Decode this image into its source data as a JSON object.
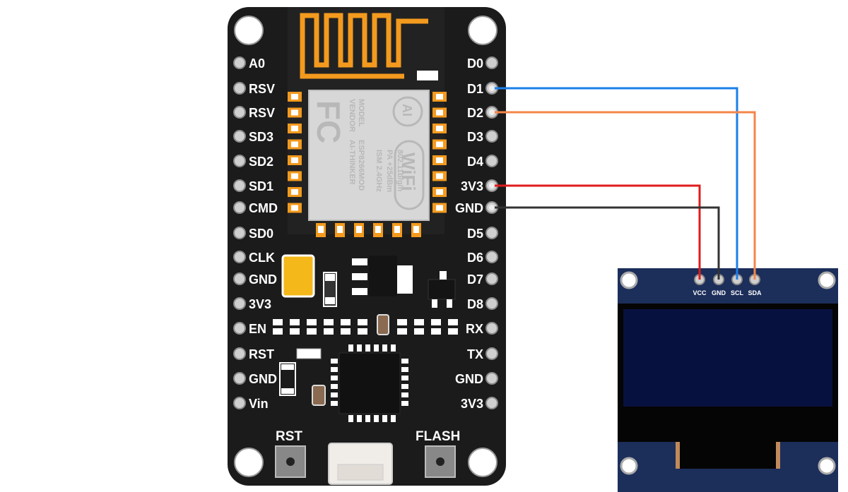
{
  "board": {
    "left_pins": [
      "A0",
      "RSV",
      "RSV",
      "SD3",
      "SD2",
      "SD1",
      "CMD",
      "SD0",
      "CLK",
      "GND",
      "3V3",
      "EN",
      "RST",
      "GND",
      "Vin"
    ],
    "right_pins": [
      "D0",
      "D1",
      "D2",
      "D3",
      "D4",
      "3V3",
      "GND",
      "D5",
      "D6",
      "D7",
      "D8",
      "RX",
      "TX",
      "GND",
      "3V3"
    ],
    "rst_button": "RST",
    "flash_button": "FLASH"
  },
  "module": {
    "fc_logo": "FC",
    "line1": "MODEL",
    "line2": "VENDOR",
    "line3": "ISM 2.4GHz",
    "line4": "PA +25dBm",
    "line5": "802.11b/g/n",
    "model_value": "ESP8266MOD",
    "vendor_value": "AI-THINKER",
    "ai_badge": "AI",
    "wifi_badge": "WiFi"
  },
  "oled": {
    "pins": [
      "VCC",
      "GND",
      "SCL",
      "SDA"
    ]
  },
  "wires": [
    {
      "from": "D1",
      "to": "SCL",
      "color": "#1a7fe8"
    },
    {
      "from": "D2",
      "to": "SDA",
      "color": "#f5854a"
    },
    {
      "from": "3V3",
      "to": "VCC",
      "color": "#e01b1b"
    },
    {
      "from": "GND",
      "to": "GND",
      "color": "#333333"
    }
  ],
  "colors": {
    "board": "#1b1b1b",
    "antenna": "#f39a1e",
    "oled_pcb": "#1c2e5a",
    "oled_screen": "#071140"
  }
}
